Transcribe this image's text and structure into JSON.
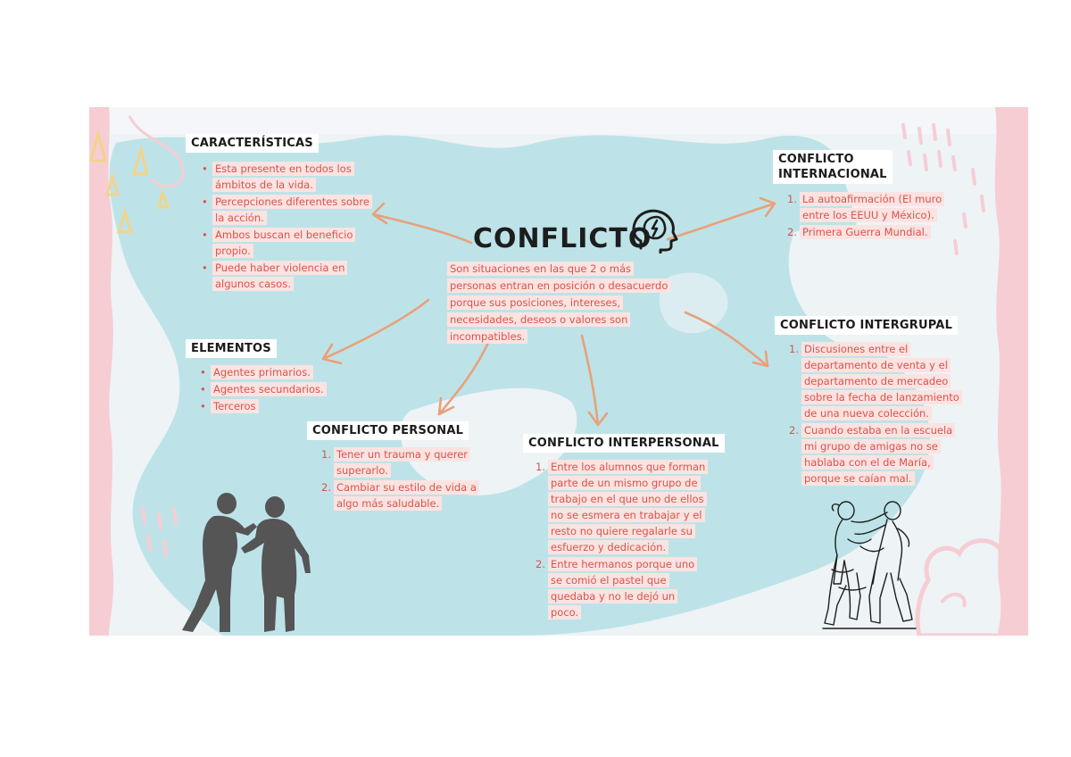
{
  "central": {
    "title": "CONFLICTO",
    "definition": "Son situaciones en las que 2 o más personas entran en posición o desacuerdo porque sus posiciones, intereses, necesidades, deseos o valores son incompatibles."
  },
  "caracteristicas": {
    "heading": "CARACTERÍSTICAS",
    "items": [
      "Esta presente en todos los ámbitos de la vida.",
      "Percepciones diferentes sobre la acción.",
      "Ambos buscan el beneficio propio.",
      "Puede haber violencia en algunos casos."
    ]
  },
  "elementos": {
    "heading": "ELEMENTOS",
    "items": [
      "Agentes primarios.",
      "Agentes secundarios.",
      "Terceros"
    ]
  },
  "personal": {
    "heading": "CONFLICTO PERSONAL",
    "items": [
      "Tener un trauma y querer superarlo.",
      "Cambiar su estilo de vida a algo más saludable."
    ]
  },
  "interpersonal": {
    "heading": "CONFLICTO INTERPERSONAL",
    "items": [
      "Entre los alumnos que forman parte de un mismo grupo de trabajo en el que uno de ellos no se esmera en trabajar y el resto no quiere regalarle su esfuerzo y dedicación.",
      "Entre hermanos porque uno se comió el pastel que quedaba y no le dejó un poco."
    ]
  },
  "internacional": {
    "heading_line1": "CONFLICTO",
    "heading_line2": "INTERNACIONAL",
    "items": [
      "La autoafirmación (El muro entre los EEUU y México).",
      "Primera Guerra Mundial."
    ]
  },
  "intergrupal": {
    "heading": "CONFLICTO INTERGRUPAL",
    "items": [
      "Discusiones entre el departamento de venta y el departamento de mercadeo sobre la fecha de lanzamiento de una nueva colección.",
      "Cuando estaba en la escuela mi grupo de amigas no se hablaba con el de María, porque se caían mal."
    ]
  },
  "numbers": [
    "1.",
    "2."
  ],
  "colors": {
    "text_red": "#d9534b",
    "highlight": "#fbe3e1",
    "arrow": "#e8a17a",
    "blob_blue": "#bde3e8",
    "pink": "#f6cdd3"
  },
  "icons": [
    "head-lightning-icon",
    "arguing-people-silhouette",
    "fighting-people-sketch"
  ]
}
